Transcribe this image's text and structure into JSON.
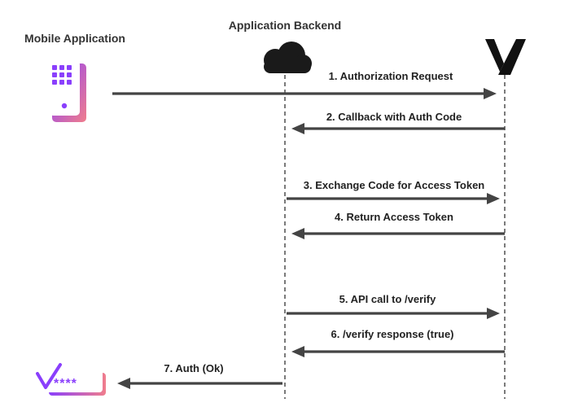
{
  "actors": {
    "mobile": {
      "label": "Mobile Application"
    },
    "backend": {
      "label": "Application Backend"
    },
    "provider": {
      "label": ""
    }
  },
  "messages": [
    {
      "label": "1. Authorization Request"
    },
    {
      "label": "2. Callback with Auth Code"
    },
    {
      "label": "3. Exchange Code for Access Token"
    },
    {
      "label": "4. Return Access Token"
    },
    {
      "label": "5.  API call to /verify"
    },
    {
      "label": "6. /verify response (true)"
    },
    {
      "label": "7. Auth (Ok)"
    }
  ],
  "result_badge": {
    "text": "****"
  },
  "colors": {
    "accent_purple": "#8a3ffc",
    "accent_pink": "#f07d8c",
    "arrow": "#444444",
    "cloud": "#1a1a1a",
    "logo": "#111111"
  },
  "icons": {
    "mobile": "phone-keypad-icon",
    "backend": "cloud-icon",
    "provider": "vonage-v-logo",
    "result": "check-password-icon"
  }
}
